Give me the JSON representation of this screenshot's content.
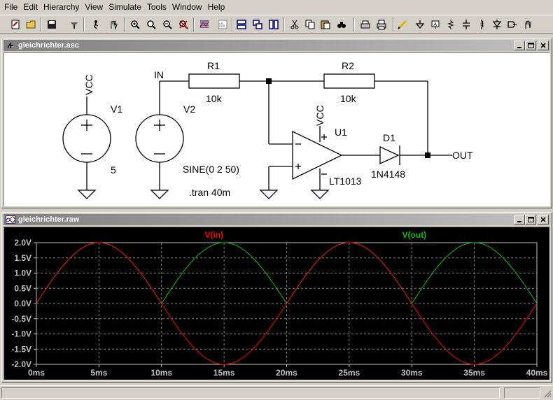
{
  "menu": [
    "File",
    "Edit",
    "Hierarchy",
    "View",
    "Simulate",
    "Tools",
    "Window",
    "Help"
  ],
  "toolbar_icons": [
    "new-schematic-icon",
    "open-folder-icon",
    "save-icon",
    "control-panel-icon",
    "run-icon",
    "halt-icon",
    "zoom-in-icon",
    "zoom-pan-icon",
    "zoom-out-icon",
    "zoom-cancel-icon",
    "autorange-icon",
    "fft-icon",
    "tile-horizontal-icon",
    "cascade-icon",
    "tile-vertical-icon",
    "cut-icon",
    "copy-icon",
    "paste-icon",
    "find-icon",
    "print-setup-icon",
    "print-icon",
    "draw-wire-icon",
    "ground-icon",
    "label-net-icon",
    "resistor-icon",
    "capacitor-icon",
    "inductor-icon",
    "diode-icon",
    "component-icon",
    "move-icon"
  ],
  "schematic": {
    "title": "gleichrichter.asc",
    "labels": {
      "v1": "V1",
      "v1_value": "5",
      "v1_net": "VCC",
      "v2": "V2",
      "v2_value": "SINE(0 2 50)",
      "in_net": "IN",
      "r1": "R1",
      "r1_value": "10k",
      "r2": "R2",
      "r2_value": "10k",
      "u1": "U1",
      "u1_value": "LT1013",
      "u1_net": "VCC",
      "d1": "D1",
      "d1_value": "1N4148",
      "out_net": "OUT",
      "directive": ".tran 40m"
    }
  },
  "waveform": {
    "title": "gleichrichter.raw"
  },
  "chart_data": {
    "type": "line",
    "title": "",
    "xlabel": "",
    "ylabel": "",
    "xlim": [
      0,
      40
    ],
    "ylim": [
      -2.0,
      2.0
    ],
    "x_unit": "ms",
    "y_unit": "V",
    "grid": true,
    "legend_placement": "top",
    "xticks": [
      "0ms",
      "5ms",
      "10ms",
      "15ms",
      "20ms",
      "25ms",
      "30ms",
      "35ms",
      "40ms"
    ],
    "yticks": [
      "2.0V",
      "1.5V",
      "1.0V",
      "0.5V",
      "0.0V",
      "-0.5V",
      "-1.0V",
      "-1.5V",
      "-2.0V"
    ],
    "series": [
      {
        "name": "V(in)",
        "color": "#ff0000",
        "x": [
          0,
          1,
          2,
          3,
          4,
          5,
          6,
          7,
          8,
          9,
          10,
          11,
          12,
          13,
          14,
          15,
          16,
          17,
          18,
          19,
          20,
          21,
          22,
          23,
          24,
          25,
          26,
          27,
          28,
          29,
          30,
          31,
          32,
          33,
          34,
          35,
          36,
          37,
          38,
          39,
          40
        ],
        "y": [
          0,
          0.62,
          1.18,
          1.62,
          1.9,
          2.0,
          1.9,
          1.62,
          1.18,
          0.62,
          0,
          -0.62,
          -1.18,
          -1.62,
          -1.9,
          -2.0,
          -1.9,
          -1.62,
          -1.18,
          -0.62,
          0,
          0.62,
          1.18,
          1.62,
          1.9,
          2.0,
          1.9,
          1.62,
          1.18,
          0.62,
          0,
          -0.62,
          -1.18,
          -1.62,
          -1.9,
          -2.0,
          -1.9,
          -1.62,
          -1.18,
          -0.62,
          0
        ]
      },
      {
        "name": "V(out)",
        "color": "#00c000",
        "x": [
          0,
          1,
          2,
          3,
          4,
          5,
          6,
          7,
          8,
          9,
          10,
          11,
          12,
          13,
          14,
          15,
          16,
          17,
          18,
          19,
          20,
          21,
          22,
          23,
          24,
          25,
          26,
          27,
          28,
          29,
          30,
          31,
          32,
          33,
          34,
          35,
          36,
          37,
          38,
          39,
          40
        ],
        "y": [
          0,
          0.62,
          1.18,
          1.62,
          1.9,
          2.0,
          1.9,
          1.62,
          1.18,
          0.62,
          0,
          0.62,
          1.18,
          1.62,
          1.9,
          2.0,
          1.9,
          1.62,
          1.18,
          0.62,
          0,
          0.62,
          1.18,
          1.62,
          1.9,
          2.0,
          1.9,
          1.62,
          1.18,
          0.62,
          0,
          0.62,
          1.18,
          1.62,
          1.9,
          2.0,
          1.9,
          1.62,
          1.18,
          0.62,
          0
        ]
      }
    ]
  }
}
